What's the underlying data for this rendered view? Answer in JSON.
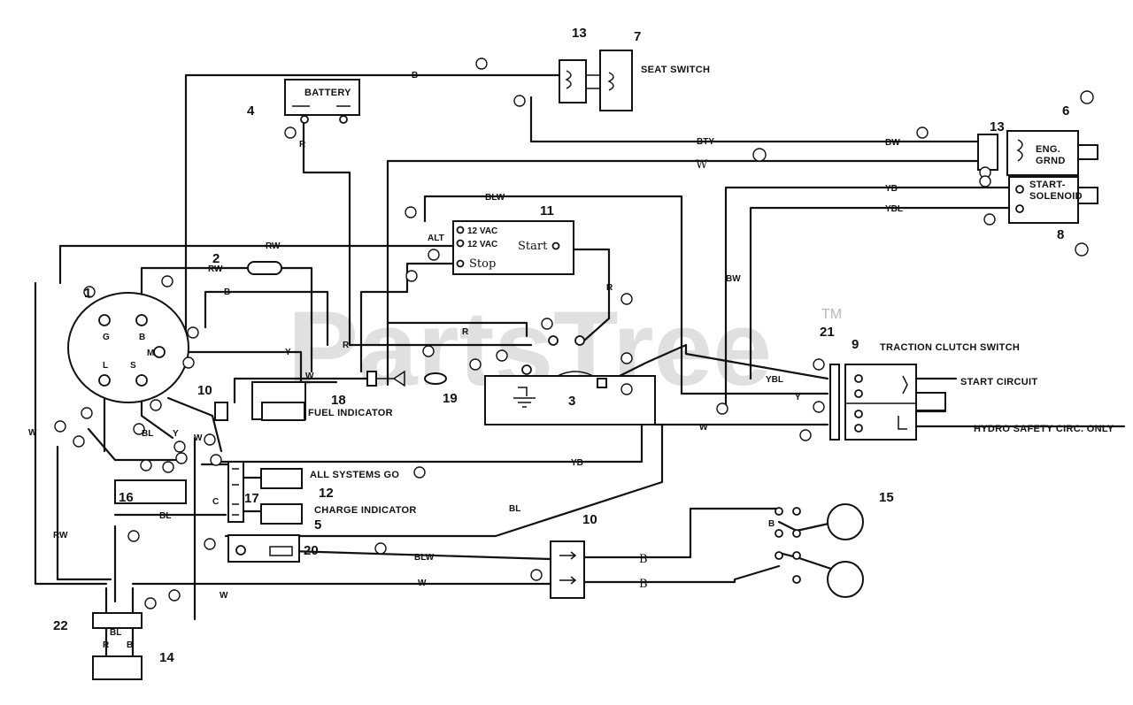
{
  "watermark": {
    "text": "PartsTree",
    "tm": "TM"
  },
  "labels": {
    "battery": "BATTERY",
    "seat_switch": "SEAT SWITCH",
    "eng_gnd": "ENG.\nGRND",
    "start_solenoid": "START-\nSOLENOID",
    "traction_clutch_switch": "TRACTION CLUTCH SWITCH",
    "start_circuit": "START CIRCUIT",
    "hydro_safety": "HYDRO SAFETY CIRC. ONLY",
    "fuel_indicator": "FUEL INDICATOR",
    "all_systems_go": "ALL SYSTEMS GO",
    "charge_indicator": "CHARGE INDICATOR",
    "module_12vac_1": "12 VAC",
    "module_12vac_2": "12 VAC",
    "module_start": "Start",
    "module_stop": "Stop",
    "alt": "ALT"
  },
  "component_numbers": {
    "n13_top": "13",
    "n7": "7",
    "n4": "4",
    "n6": "6",
    "n13_right": "13",
    "n11": "11",
    "n2": "2",
    "n8": "8",
    "n21": "21",
    "n9": "9",
    "n18": "18",
    "n19": "19",
    "n3": "3",
    "n1": "1",
    "n10_left": "10",
    "n12": "12",
    "n16": "16",
    "n17": "17",
    "n5": "5",
    "n20": "20",
    "n10_bottom": "10",
    "n15": "15",
    "n22": "22",
    "n14": "14"
  },
  "wire_codes": {
    "b_top": "B",
    "r_batt": "R",
    "w_mid": "W",
    "bw_right": "BW",
    "bty": "BTY",
    "ybr": "YB",
    "ybl": "YBL",
    "blw_top": "BLW",
    "rw_left": "RW",
    "rw_mid": "RW",
    "b_mid": "B",
    "y_mid": "Y",
    "r_mod": "R",
    "r_mid2": "R",
    "r_low": "R",
    "bw_vert": "BW",
    "ybl_trac": "YBL",
    "y_trac": "Y",
    "w_trac": "W",
    "yb_low": "YB",
    "bl_low": "BL",
    "bl_charge": "BL",
    "blw_bottom": "BLW",
    "w_bottom": "W",
    "b_cb1": "B",
    "b_cb2": "B",
    "rw_vert": "RW",
    "w_vert": "W",
    "b_left": "B",
    "w_lower": "W",
    "bl_22": "BL",
    "b_22": "B",
    "r_22": "R",
    "w_ign": "W",
    "w_l": "W",
    "y_ign": "Y",
    "bl_ign": "BL",
    "c_ign": "C",
    "ign_g": "G",
    "ign_b": "B",
    "ign_m": "M",
    "ign_l": "L",
    "ign_s": "S"
  }
}
